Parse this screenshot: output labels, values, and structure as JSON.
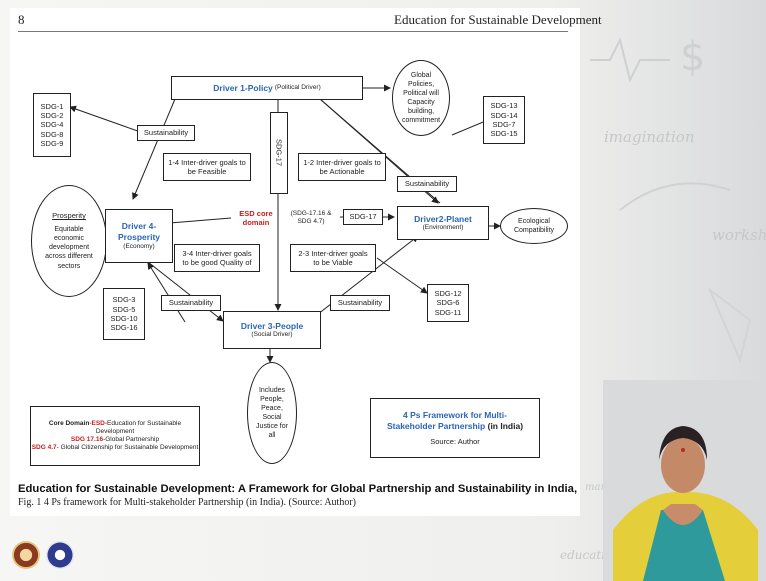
{
  "header": {
    "page_number": "8",
    "running_title": "Education for Sustainable Development"
  },
  "diagram": {
    "driver1": {
      "title": "Driver 1-Policy",
      "sub": "(Political Driver)"
    },
    "driver2": {
      "title": "Driver2-Planet",
      "sub": "(Environment)"
    },
    "driver3": {
      "title": "Driver 3-People",
      "sub": "(Social Driver)"
    },
    "driver4": {
      "title": "Driver 4-Prosperity",
      "sub": "(Economy)"
    },
    "esd_core": {
      "title": "ESD core domain",
      "sub": "(SDG-17.16 & SDG 4.7)"
    },
    "sdg17_vertical": "SDG-17",
    "sdg17_box": "SDG-17",
    "sdg_top_left": [
      "SDG-1",
      "SDG-2",
      "SDG-4",
      "SDG-8",
      "SDG-9"
    ],
    "sdg_top_right": [
      "SDG-13",
      "SDG-14",
      "SDG-7",
      "SDG-15"
    ],
    "sdg_bottom_left": [
      "SDG-3",
      "SDG-5",
      "SDG-10",
      "SDG-16"
    ],
    "sdg_bottom_right": [
      "SDG-12",
      "SDG-6",
      "SDG-11"
    ],
    "sustainability": "Sustainability",
    "inter_1_4": "1-4 Inter-driver goals to be Feasible",
    "inter_1_2": "1-2 Inter-driver goals to be Actionable",
    "inter_3_4": "3-4 Inter-driver goals to be good Quality of",
    "inter_2_3": "2-3 Inter-driver goals to be Viable",
    "global_policies": "Global Policies, Political will Capacity building, commitment",
    "prosperity_title": "Prosperity",
    "prosperity_text": "Equitable economic development across different sectors",
    "ecological": "Ecological Compatibility",
    "people_text": "Includes People, Peace, Social Justice for all",
    "legend": {
      "core_label": "Core Domain",
      "esd": "-ESD-",
      "esd_text": "Education for Sustainable Development",
      "sdg1716": "SDG 17.16",
      "sdg1716_text": "-Global Partnership",
      "sdg47": "SDG 4.7",
      "sdg47_text": "- Global Citizenship for Sustainable Development"
    },
    "framework": {
      "title": "4 Ps Framework for Multi-Stakeholder Partnership",
      "title_suffix": "(in India)",
      "source": "Source: Author"
    }
  },
  "caption": {
    "title": "Education for Sustainable Development: A Framework for Global Partnership and Sustainability in India,",
    "fig": "Fig. 1  4 Ps framework for Multi-stakeholder Partnership (in India). (Source: Author)"
  },
  "background_words": [
    "imagination",
    "worksho",
    "manager",
    "education"
  ]
}
